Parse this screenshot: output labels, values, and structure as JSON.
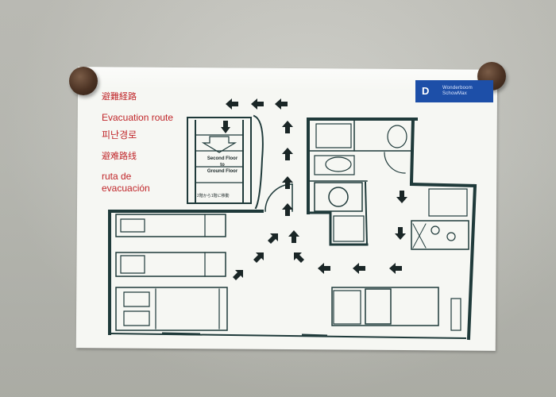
{
  "sign": {
    "title_ja": "避難経路",
    "title_en": "Evacuation route",
    "title_ko": "피난경로",
    "title_zh": "避难路线",
    "title_es_1": "ruta de",
    "title_es_2": "evacuación"
  },
  "logo": {
    "mark": "D",
    "line1": "Wonderboom",
    "line2": "SchowMax"
  },
  "stairs": {
    "label_1": "Second Floor",
    "label_2": "to",
    "label_3": "Ground Floor",
    "note_ja": "2階から1階に移動"
  },
  "colors": {
    "text_red": "#c0262a",
    "plan_line": "#1f3a3a",
    "arrow": "#1a2626",
    "logo_blue": "#1d4fa8"
  },
  "icons": [
    "arrow-left-icon",
    "arrow-up-icon",
    "arrow-down-icon",
    "arrow-diagonal-icon",
    "toilet-icon",
    "washing-machine-icon",
    "sink-icon",
    "stove-icon",
    "bed-icon"
  ]
}
